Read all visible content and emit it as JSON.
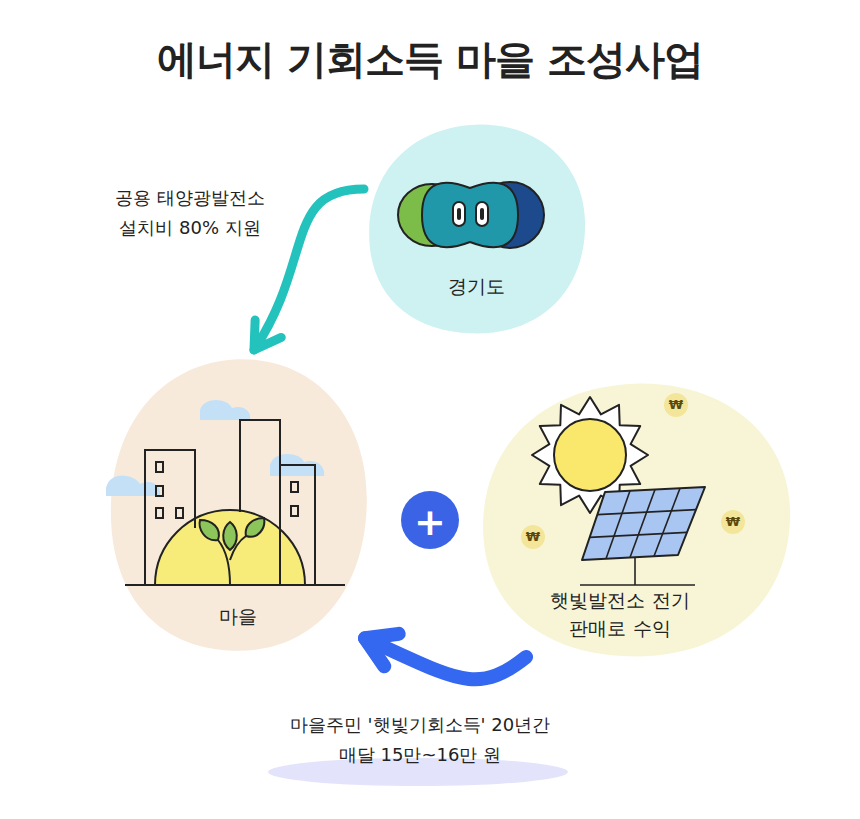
{
  "diagram": {
    "title": "에너지 기회소득 마을 조성사업",
    "nodes": [
      {
        "text": [
          "경기도"
        ]
      },
      {
        "text": [
          "마을"
        ]
      },
      {
        "text": [
          "햇빛발전소 전기 판매로 수익"
        ]
      },
      {
        "text": [
          "+"
        ]
      }
    ],
    "edges": [
      {
        "from": 0,
        "to": 1,
        "arrow": "to",
        "label": "공용 태양광발전소 설치비 80% 지원"
      },
      {
        "from": 2,
        "to": 1,
        "arrow": "to",
        "label": "마을주민 '햇빛기회소득' 20년간 매달 15만~16만 원"
      }
    ],
    "labels": [
      "₩",
      "₩",
      "₩"
    ]
  }
}
